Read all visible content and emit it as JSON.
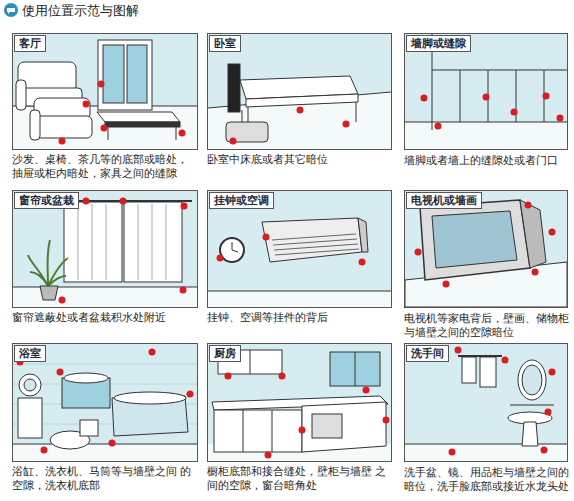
{
  "diagram": {
    "title": "使用位置示范与图解",
    "nodes": [
      {
        "text": [
          "客厅",
          "沙发、桌椅、茶几等的底部或暗处， 抽屉或柜内暗处，家具之间的缝隙"
        ]
      },
      {
        "text": [
          "卧室",
          "卧室中床底或者其它暗位"
        ]
      },
      {
        "text": [
          "墙脚或缝隙",
          "墙脚或者墙上的缝隙处或者门口"
        ]
      },
      {
        "text": [
          "窗帘或盆栽",
          "窗帘遮蔽处或者盆栽积水处附近"
        ]
      },
      {
        "text": [
          "挂钟或空调",
          "挂钟、空调等挂件的背后"
        ]
      },
      {
        "text": [
          "电视机或墙画",
          "电视机等家电背后，壁画、储物柜 与墙壁之间的空隙暗位"
        ]
      },
      {
        "text": [
          "浴室",
          "浴缸、洗衣机、马筒等与墙壁之间 的空隙，洗衣机底部"
        ]
      },
      {
        "text": [
          "厨房",
          "橱柜底部和接合缝处，壁柜与墙壁 之间的空隙，窗台暗角处"
        ]
      },
      {
        "text": [
          "洗手间",
          "洗手盆、镜、用品柜与墙壁之间的 暗位，洗手脸底部或接近水龙头处"
        ]
      }
    ]
  }
}
